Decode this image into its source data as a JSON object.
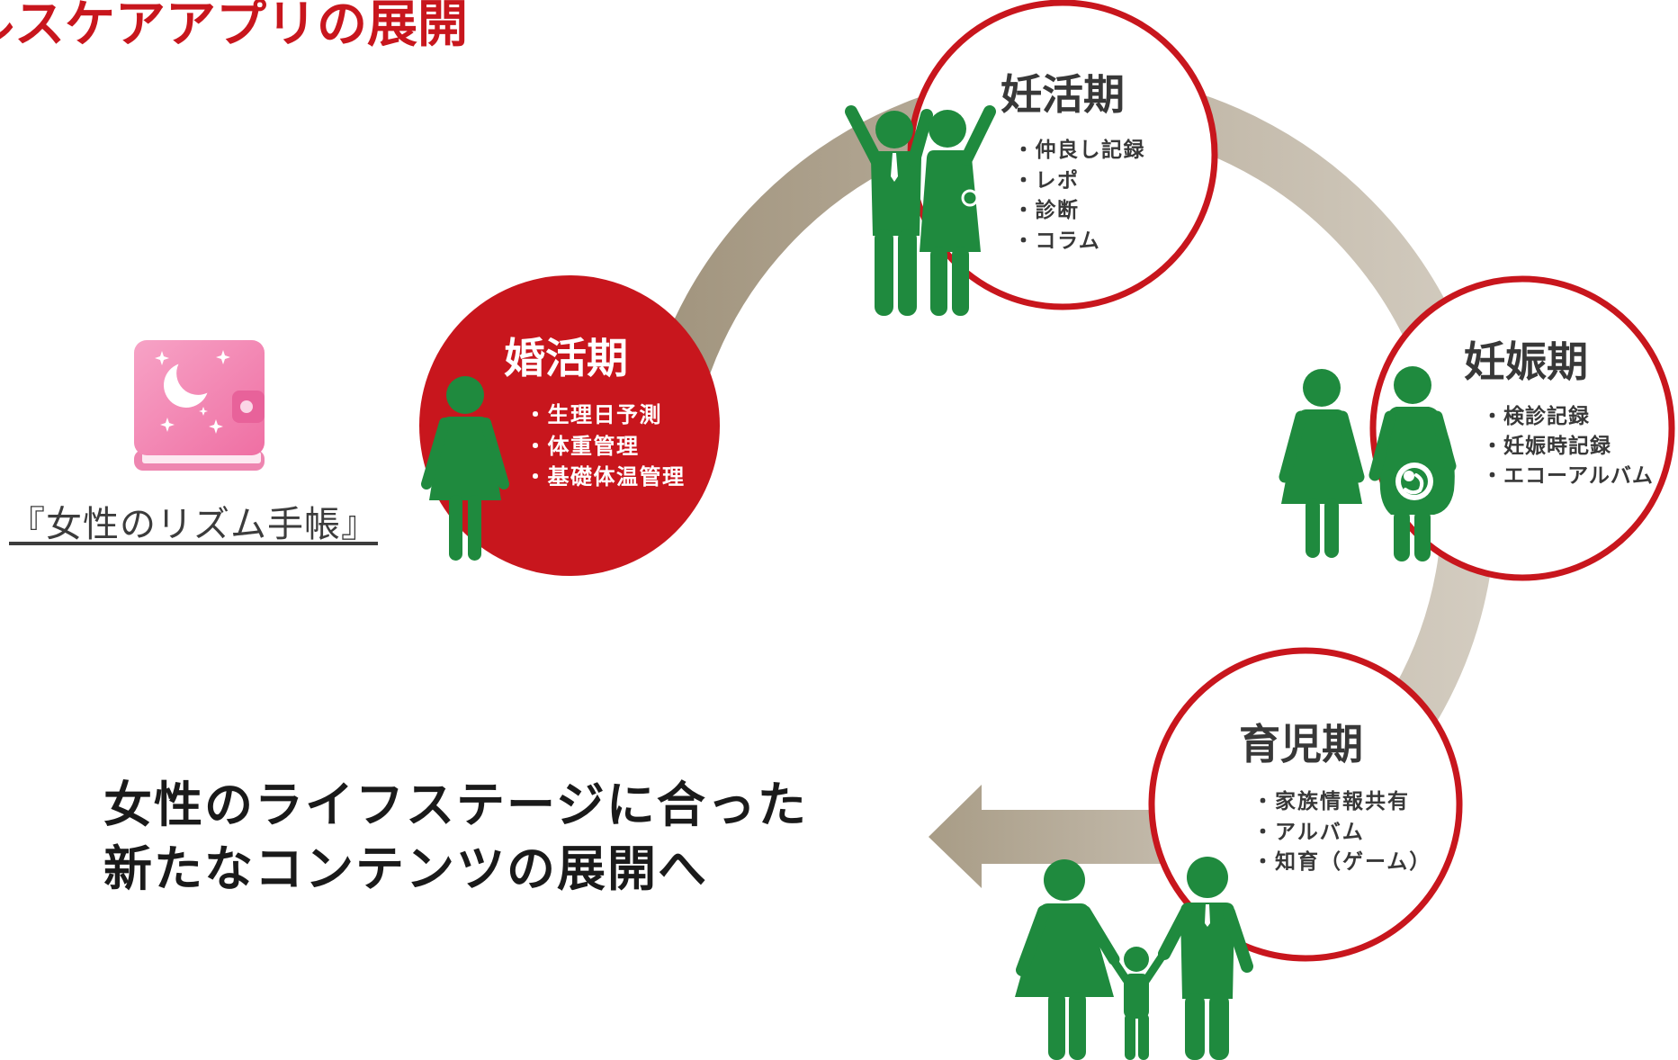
{
  "title": "ルスケアアプリの展開",
  "app": {
    "name": "『女性のリズム手帳』",
    "icon": "book-moon-icon"
  },
  "stages": [
    {
      "name": "婚活期",
      "icon": "single-woman-icon",
      "items": [
        "・生理日予測",
        "・体重管理",
        "・基礎体温管理"
      ]
    },
    {
      "name": "妊活期",
      "icon": "couple-icon",
      "items": [
        "・仲良し記録",
        "・レポ",
        "・診断",
        "・コラム"
      ]
    },
    {
      "name": "妊娠期",
      "icon": "pregnant-woman-icon",
      "items": [
        "・検診記録",
        "・妊娠時記録",
        "・エコーアルバム"
      ]
    },
    {
      "name": "育児期",
      "icon": "family-icon",
      "items": [
        "・家族情報共有",
        "・アルバム",
        "・知育（ゲーム）"
      ]
    }
  ],
  "message": {
    "line1": "女性のライフステージに合った",
    "line2": "新たなコンテンツの展開へ"
  },
  "colors": {
    "accent_red": "#c8161d",
    "figure_green": "#1f8a3e",
    "arc_tan": "#b6ab95",
    "text_dark": "#383838"
  }
}
